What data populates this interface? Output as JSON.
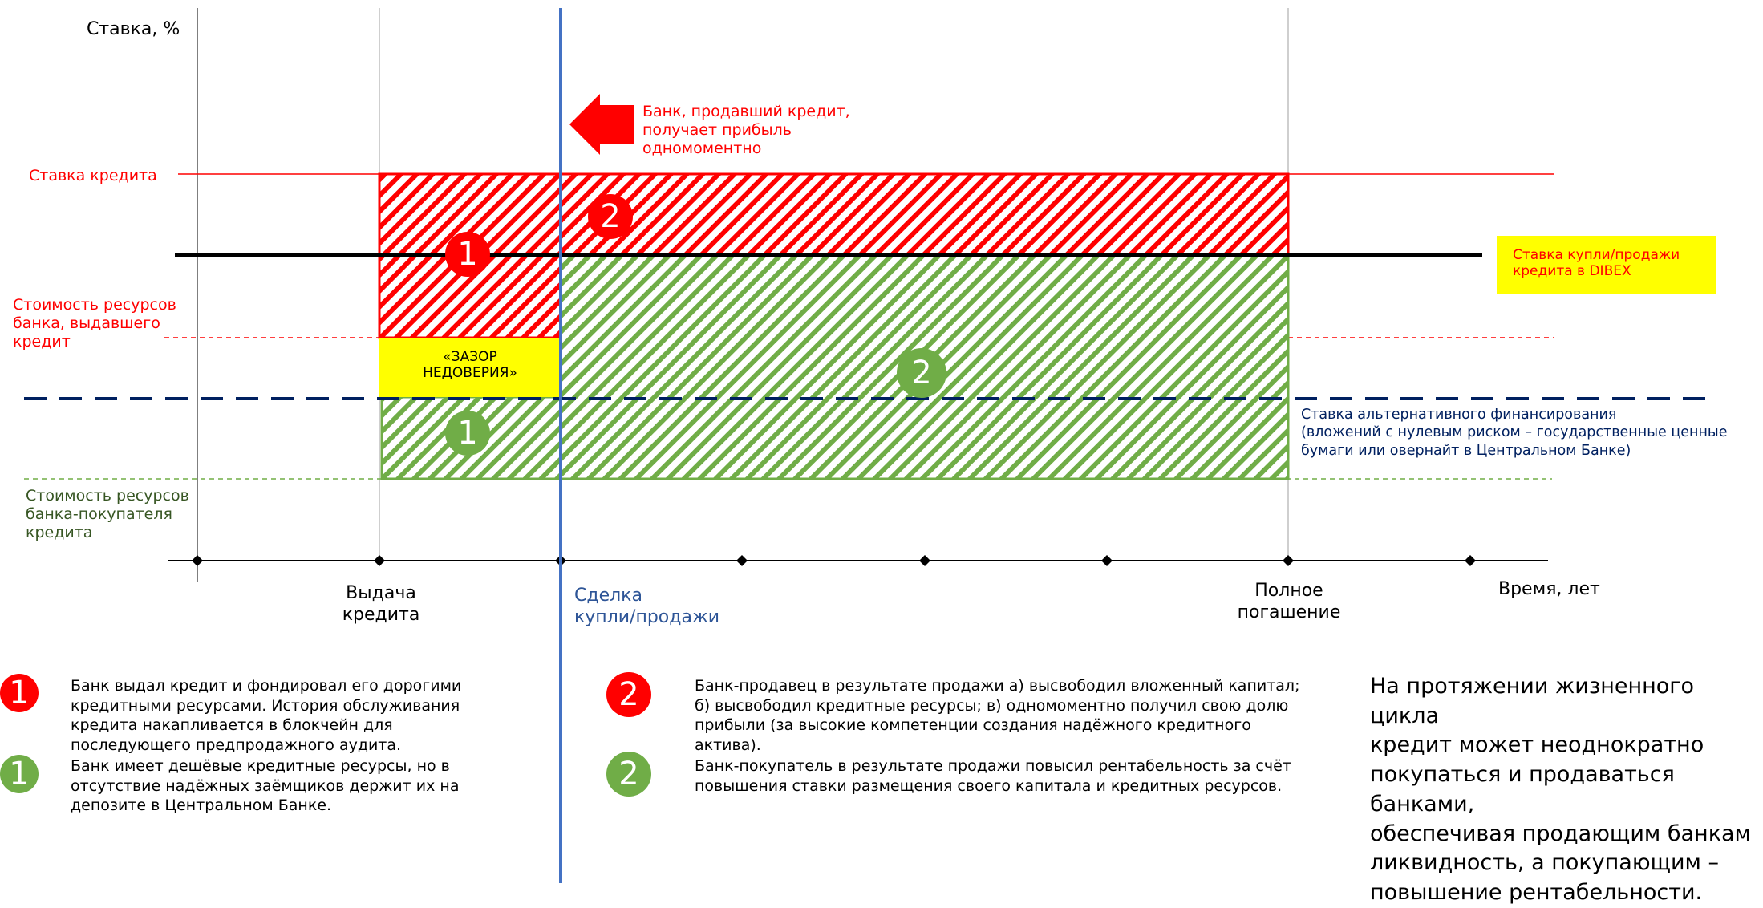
{
  "axes": {
    "y_label": "Ставка, %",
    "x_label": "Время, лет"
  },
  "rate_labels": {
    "credit_rate": "Ставка кредита",
    "issuer_cost": "Стоимость ресурсов\nбанка, выдавшего\nкредит",
    "buyer_cost": "Стоимость ресурсов\nбанка-покупателя\nкредита"
  },
  "timeline": {
    "issue": "Выдача\nкредита",
    "deal": "Сделка\nкупли/продажи",
    "repayment": "Полное\nпогашение"
  },
  "callouts": {
    "seller_profit": "Банк, продавший кредит,\nполучает прибыль\nодномоментно",
    "dibex_rate": "Ставка купли/продажи\nкредита в DIBEX",
    "distrust_gap": "«ЗАЗОР\nНЕДОВЕРИЯ»",
    "alt_financing": "Ставка альтернативного финансирования\n(вложений с нулевым риском – государственные ценные\nбумаги или овернайт в Центральном Банке)"
  },
  "badges": {
    "one": "1",
    "two": "2"
  },
  "legend": {
    "red_1": "Банк выдал кредит и фондировал его дорогими\nкредитными ресурсами. История обслуживания\nкредита накапливается в блокчейн для\nпоследующего предпродажного аудита.",
    "green_1": "Банк имеет дешёвые кредитные ресурсы, но в\nотсутствие надёжных заёмщиков держит их на\nдепозите в Центральном Банке.",
    "red_2": "Банк-продавец в результате продажи а) высвободил вложенный капитал;\nб) высвободил кредитные ресурсы; в) одномоментно получил свою долю\nприбыли (за высокие компетенции создания надёжного кредитного\nактива).",
    "green_2": "Банк-покупатель в результате продажи повысил рентабельность за счёт\nповышения ставки размещения своего капитала и кредитных ресурсов."
  },
  "summary": "На протяжении жизненного цикла\nкредит может неоднократно\nпокупаться и продаваться банками,\nобеспечивая продающим банкам\nликвидность, а покупающим –\nповышение рентабельности.",
  "colors": {
    "red": "#ff0000",
    "green": "#70ad47",
    "navy": "#002060",
    "deal_line": "#4472c4",
    "highlight": "#ffff00"
  }
}
